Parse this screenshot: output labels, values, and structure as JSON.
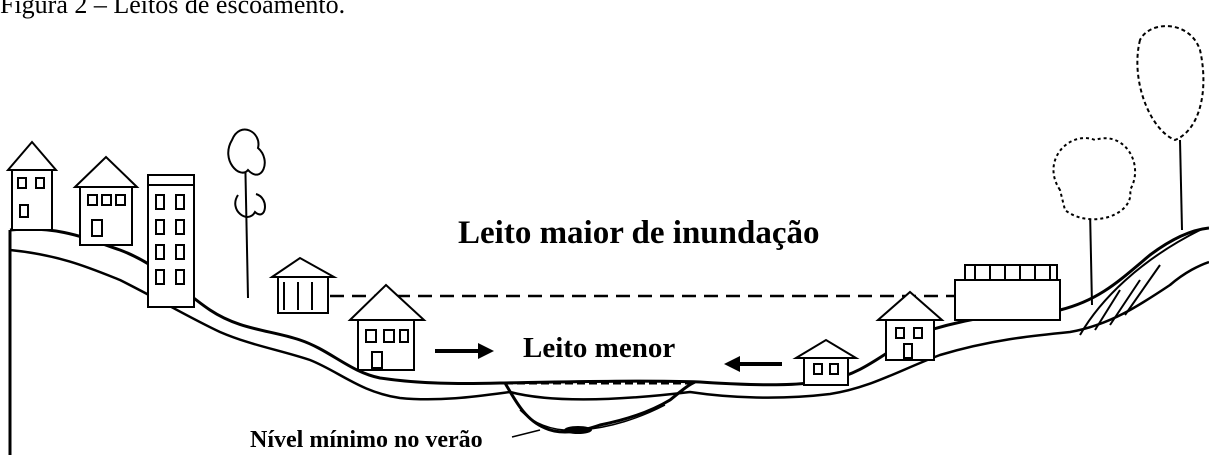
{
  "figure": {
    "caption": "Figura 2 – Leitos de escoamento."
  },
  "labels": {
    "major_bed": "Leito maior de inundação",
    "minor_bed": "Leito menor",
    "min_level": "Nível mínimo no verão"
  },
  "colors": {
    "ink": "#000000",
    "paper": "#ffffff"
  }
}
